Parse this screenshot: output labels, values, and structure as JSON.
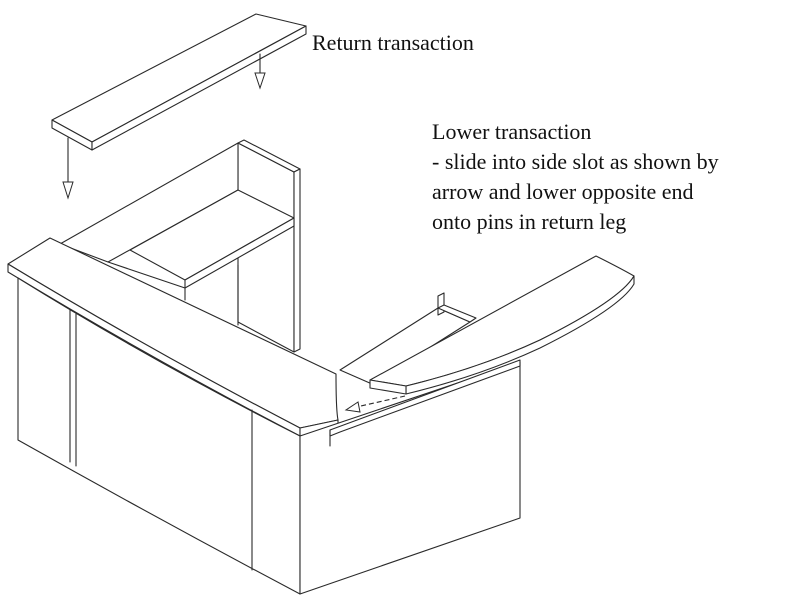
{
  "labels": {
    "return_transaction": "Return transaction",
    "lower_transaction": {
      "title": "Lower transaction",
      "lines": [
        "- slide into side slot as shown by",
        "arrow and lower opposite end",
        "onto pins in return leg"
      ]
    }
  },
  "colors": {
    "line": "#2a2a2a",
    "background": "#ffffff"
  }
}
